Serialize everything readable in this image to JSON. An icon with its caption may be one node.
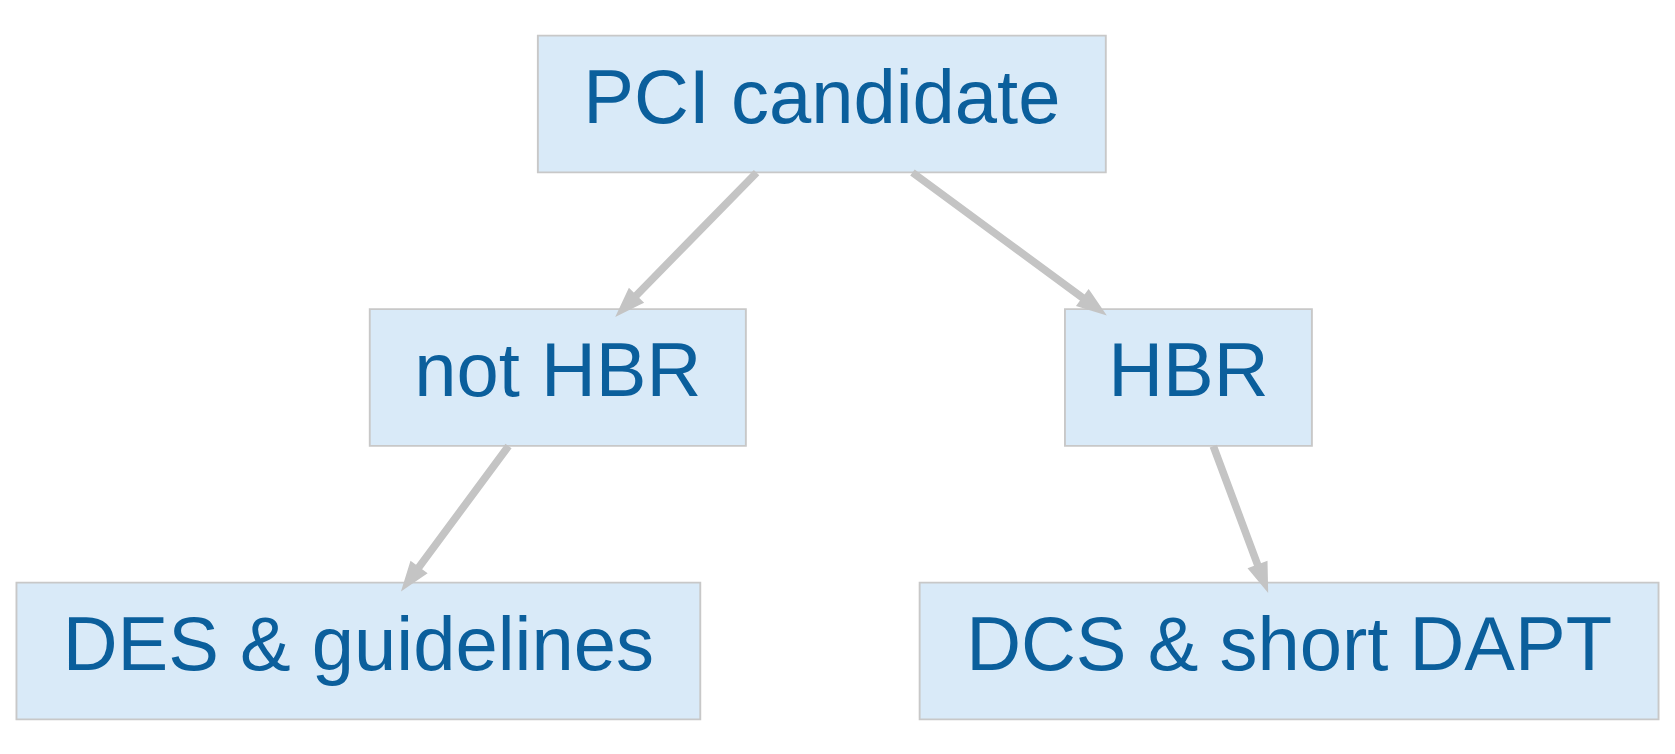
{
  "diagram": {
    "nodes": [
      {
        "text": [
          "PCI candidate"
        ]
      },
      {
        "text": [
          "not HBR"
        ]
      },
      {
        "text": [
          "HBR"
        ]
      },
      {
        "text": [
          "DES & guidelines"
        ]
      },
      {
        "text": [
          "DCS & short DAPT"
        ]
      }
    ],
    "edges": [
      {
        "from": 0,
        "to": 1,
        "arrow": "to"
      },
      {
        "from": 0,
        "to": 2,
        "arrow": "to"
      },
      {
        "from": 1,
        "to": 3,
        "arrow": "to"
      },
      {
        "from": 2,
        "to": 4,
        "arrow": "to"
      }
    ]
  }
}
